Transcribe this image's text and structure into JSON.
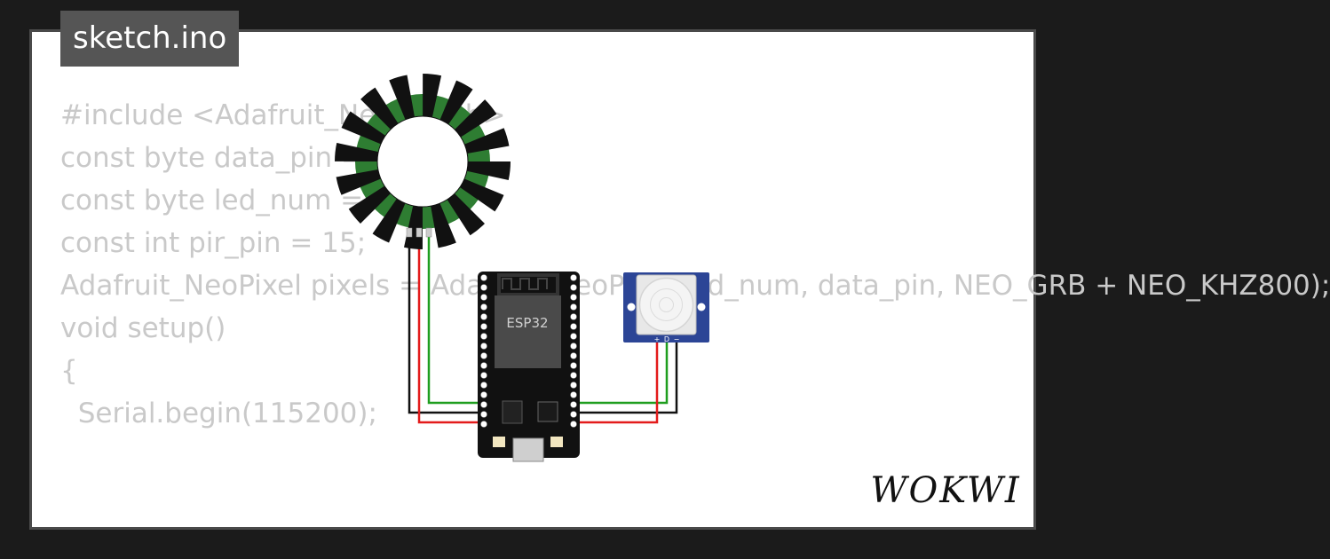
{
  "file_tab": {
    "name": "sketch.ino"
  },
  "code_lines": [
    "#include <Adafruit_NeoPixel.h>",
    "",
    "const byte data_pin = 13;",
    "const byte led_num = 16;",
    "const int pir_pin = 15;",
    "",
    "",
    "Adafruit_NeoPixel pixels = Adafruit_NeoPixel(led_num, data_pin, NEO_GRB + NEO_KHZ800);",
    "",
    "void setup()",
    "{",
    "  Serial.begin(115200);"
  ],
  "board": {
    "label": "ESP32"
  },
  "pir_sensor": {
    "pins": [
      "+",
      "D",
      "−"
    ]
  },
  "brand": {
    "name": "WOKWI"
  },
  "colors": {
    "wire_red": "#e31b1b",
    "wire_green": "#1f9e1f",
    "wire_black": "#111111",
    "pir_board": "#2c4596",
    "led_green": "#2e7d32"
  }
}
